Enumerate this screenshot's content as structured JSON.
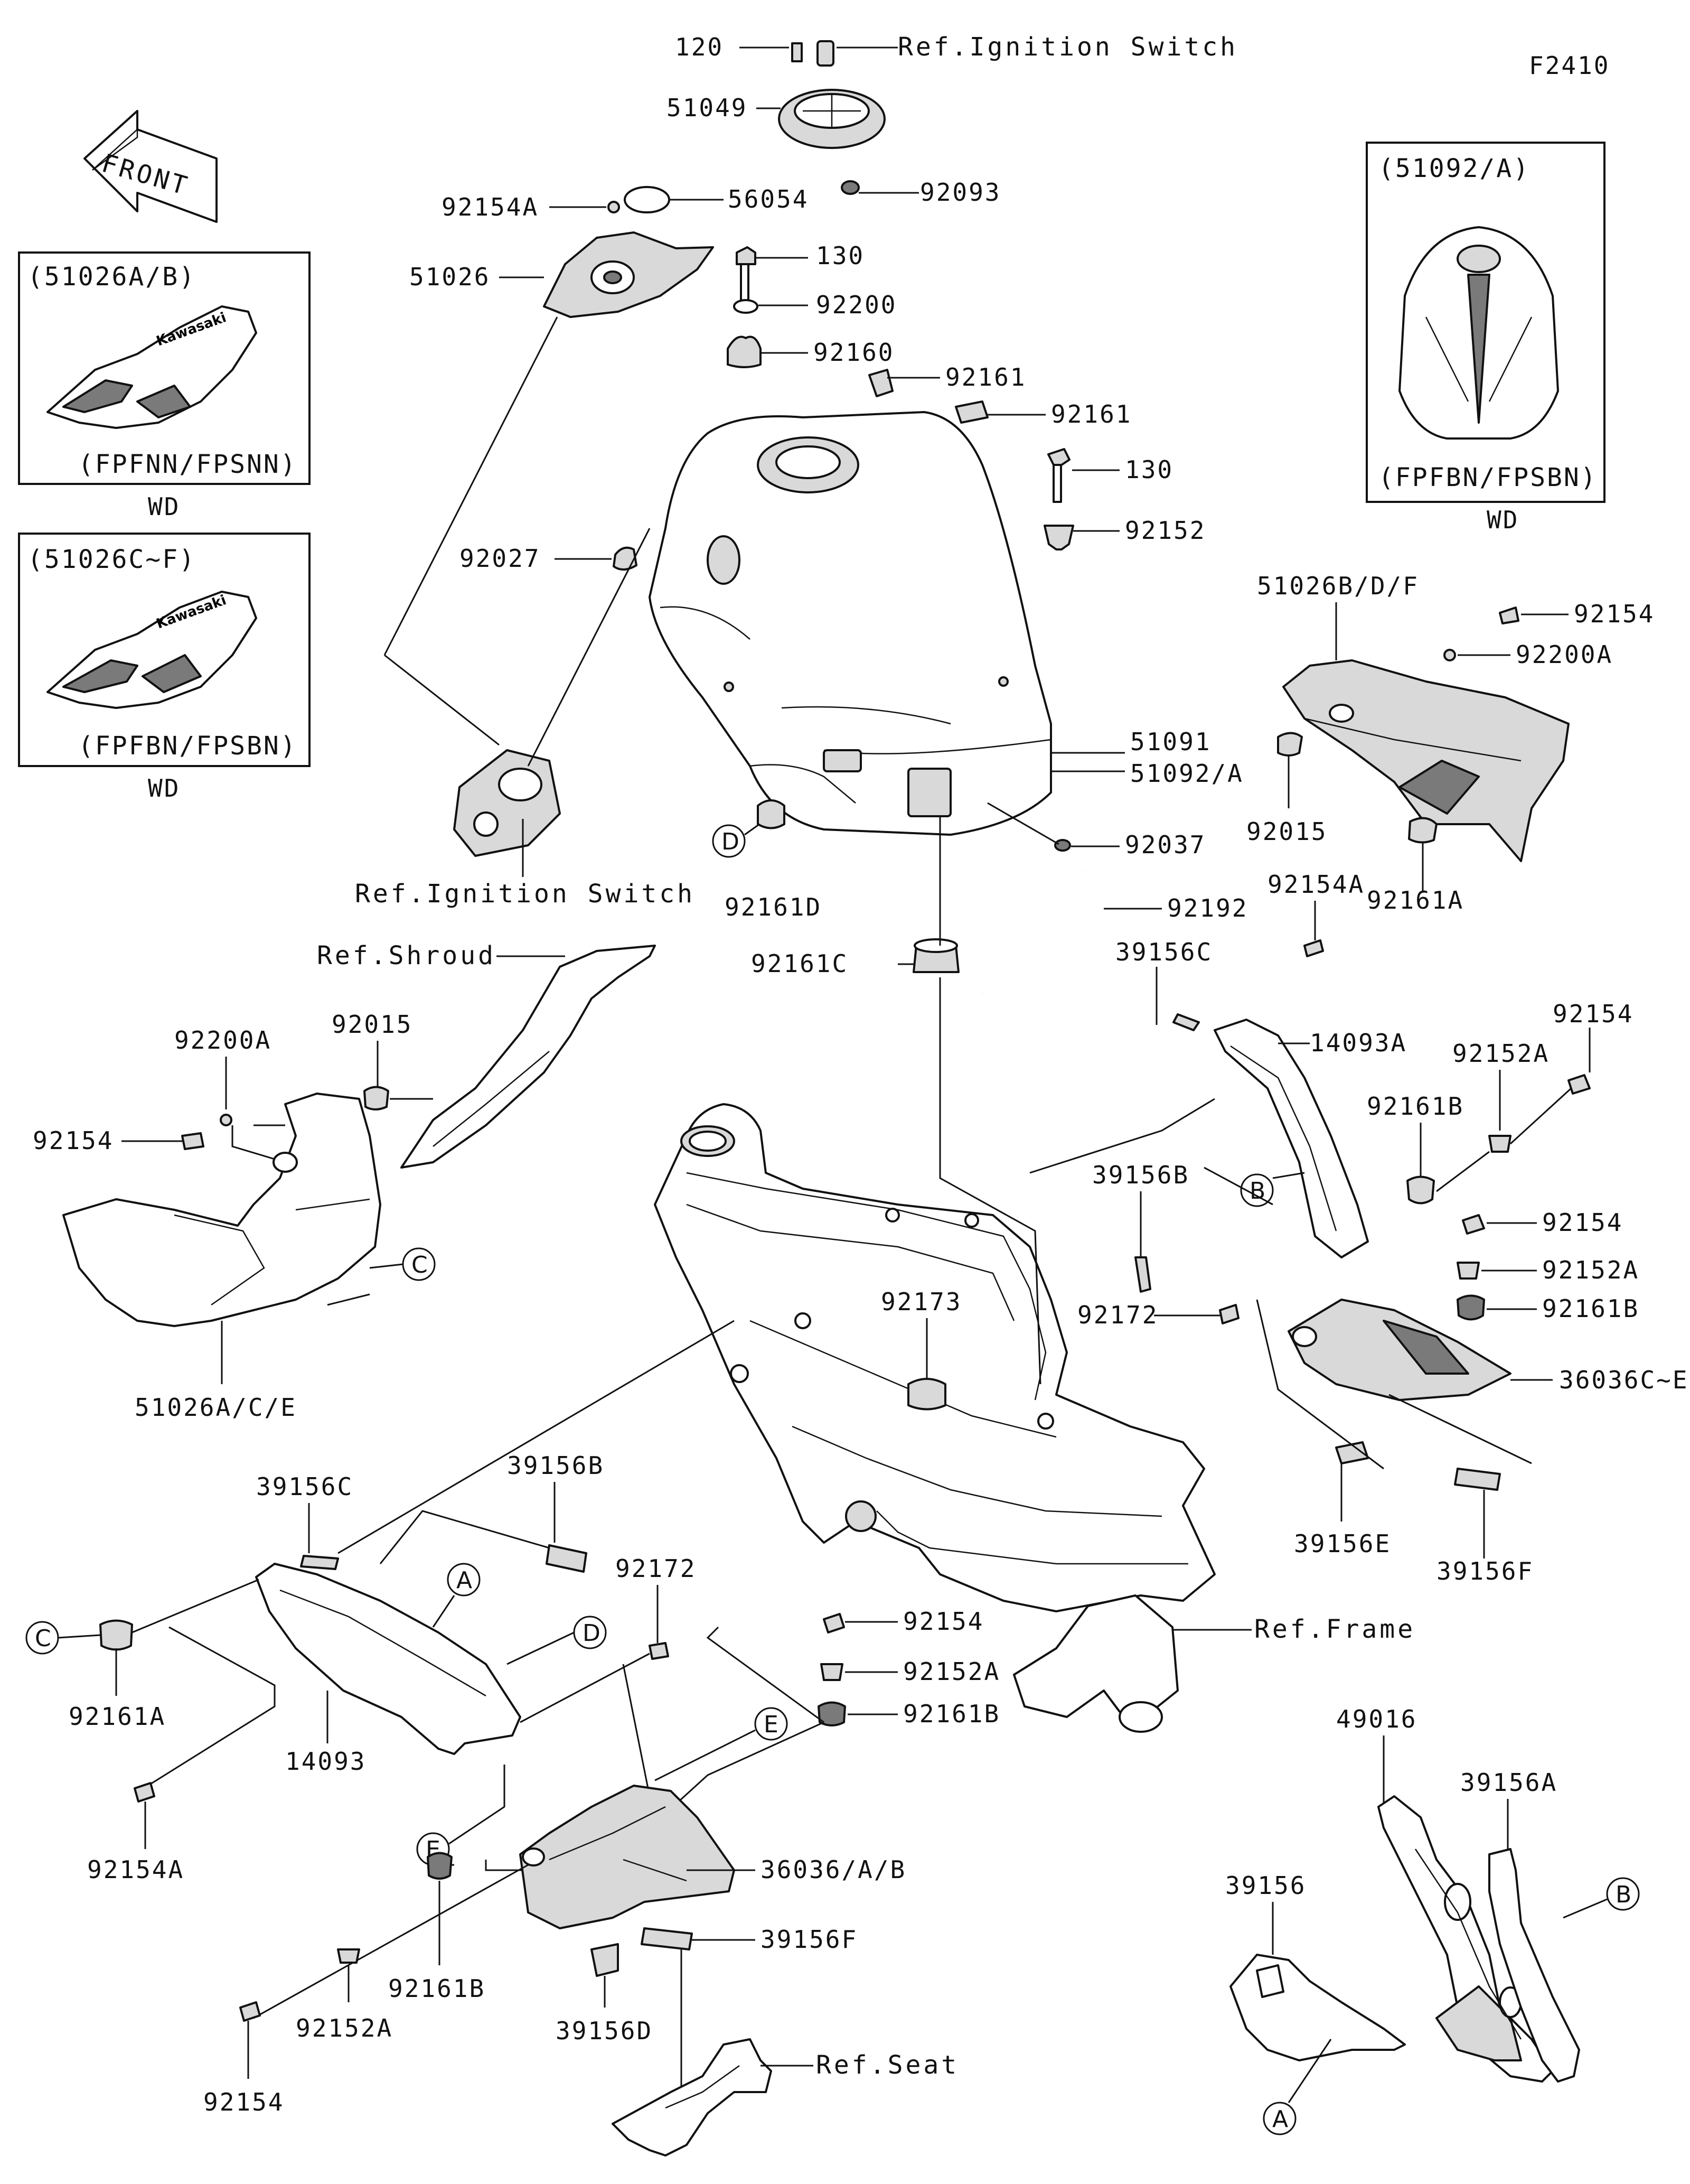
{
  "figure_code": "F2410",
  "front_label": "FRONT",
  "insets": [
    {
      "key": "a",
      "title": "(51026A/B)",
      "models": "(FPFNN/FPSNN)",
      "market": "WD"
    },
    {
      "key": "b",
      "title": "(51026C~F)",
      "models": "(FPFBN/FPSBN)",
      "market": "WD"
    },
    {
      "key": "c",
      "title": "(51092/A)",
      "models": "(FPFBN/FPSBN)",
      "market": "WD"
    }
  ],
  "callouts": {
    "p120": "120",
    "p51049": "51049",
    "p92093": "92093",
    "p92154A_top": "92154A",
    "p56054": "56054",
    "p51026": "51026",
    "p130a": "130",
    "p92200": "92200",
    "p92160": "92160",
    "p92161a": "92161",
    "p92161b": "92161",
    "p130b": "130",
    "p92152_top": "92152",
    "p92027": "92027",
    "p51026BDF": "51026B/D/F",
    "p92154_r1": "92154",
    "p92200A_r": "92200A",
    "p51091": "51091",
    "p51092A": "51092/A",
    "p92015_r": "92015",
    "p92037": "92037",
    "p92161D": "92161D",
    "p92161A_r": "92161A",
    "p92192": "92192",
    "p92161C": "92161C",
    "p92154A_mr": "92154A",
    "p39156C_r": "39156C",
    "p14093A": "14093A",
    "p92154_r2": "92154",
    "p92152A_r1": "92152A",
    "p92161B_r1": "92161B",
    "p39156B_r": "39156B",
    "p92154_r3": "92154",
    "p92152A_r2": "92152A",
    "p92172_r": "92172",
    "p92161B_r2": "92161B",
    "p36036CE": "36036C~E",
    "p92173": "92173",
    "p39156E": "39156E",
    "p39156F_r": "39156F",
    "p92200A_l": "92200A",
    "p92015_l": "92015",
    "p92154_l1": "92154",
    "p51026ACE": "51026A/C/E",
    "p39156C_l": "39156C",
    "p39156B_l": "39156B",
    "p92172_l": "92172",
    "p92161A_l": "92161A",
    "p14093": "14093",
    "p92154A_l": "92154A",
    "p92154_c": "92154",
    "p92152A_c": "92152A",
    "p92161B_c": "92161B",
    "p36036AB": "36036/A/B",
    "p39156F_c": "39156F",
    "p39156D": "39156D",
    "p92161B_bl": "92161B",
    "p92152A_bl": "92152A",
    "p92154_bl": "92154",
    "p49016": "49016",
    "p39156A": "39156A",
    "p39156": "39156"
  },
  "refs": {
    "ignition_top": "Ref.Ignition Switch",
    "ignition_mid": "Ref.Ignition Switch",
    "shroud": "Ref.Shroud",
    "frame": "Ref.Frame",
    "seat": "Ref.Seat"
  },
  "circle_markers": {
    "A": "A",
    "B": "B",
    "C": "C",
    "D": "D",
    "E": "E"
  },
  "decal_text": "Kawasaki"
}
